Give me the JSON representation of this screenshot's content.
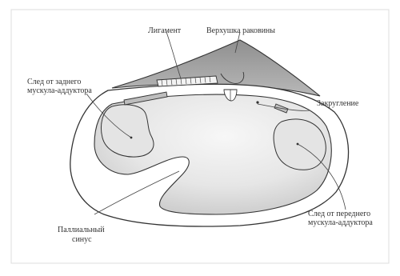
{
  "diagram": {
    "labels": {
      "ligament": "Лигамент",
      "umbo": "Верхушка раковины",
      "posterior_scar_line1": "След от заднего",
      "posterior_scar_line2": "мускула-аддуктора",
      "hinge": "Закругление",
      "anterior_scar_line1": "След от переднего",
      "anterior_scar_line2": "мускула-аддуктора",
      "pallial_sinus_line1": "Паллиальный",
      "pallial_sinus_line2": "синус"
    },
    "colors": {
      "outline": "#3a3a3a",
      "umbo_fill": "#a8a8a8",
      "interior_light": "#f4f4f4",
      "interior_dark": "#c9c9c9",
      "scar_fill": "#e3e3e3",
      "frame_border": "#d6d6d6"
    }
  }
}
